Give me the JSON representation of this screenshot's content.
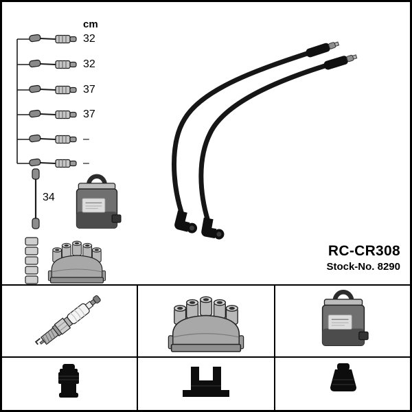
{
  "product": {
    "code": "RC-CR308",
    "stock_label": "Stock-No.",
    "stock_number": "8290"
  },
  "measurements": {
    "unit": "cm",
    "cable_lengths": [
      "32",
      "32",
      "37",
      "37",
      "–",
      "–"
    ],
    "coil_cable_length": "34"
  },
  "figures": {
    "cable_tree": "ignition-cable-set-with-lengths",
    "cables_photo": "two-black-ignition-lead-cables",
    "ignition_coil": "ignition-coil",
    "distributor_cap": "distributor-cap",
    "spark_plug": "spark-plug",
    "plug_boot": "black-plug-boot-connector",
    "cap_connector": "black-distributor-cap-connector",
    "coil_boot": "black-coil-boot-connector"
  },
  "colors": {
    "background": "#ffffff",
    "line": "#000000",
    "cable": "#161616"
  }
}
